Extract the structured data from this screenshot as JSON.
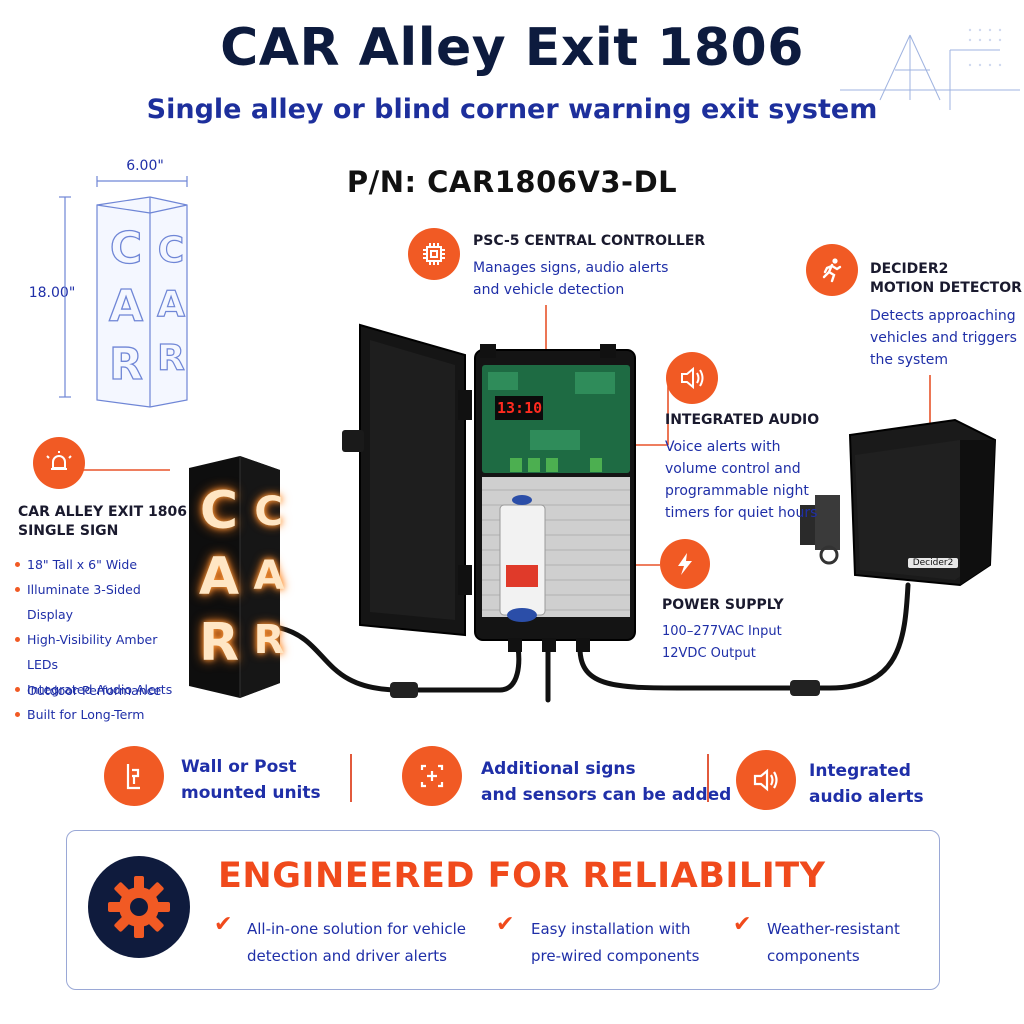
{
  "header": {
    "title": "CAR Alley Exit 1806",
    "subtitle": "Single alley or blind corner warning exit system",
    "part_number": "P/N: CAR1806V3-DL"
  },
  "dimensions": {
    "width_label": "6.00\"",
    "height_label": "18.00\"",
    "sign_letters": [
      "C",
      "A",
      "R"
    ]
  },
  "controller": {
    "title": "PSC-5 CENTRAL CONTROLLER",
    "body_line1": "Manages signs, audio alerts",
    "body_line2": "and vehicle detection",
    "display_text": "13:10"
  },
  "detector": {
    "title_line1": "DECIDER2",
    "title_line2": "MOTION DETECTOR",
    "body_line1": "Detects approaching",
    "body_line2": "vehicles and triggers",
    "body_line3": "the system",
    "device_label": "Decider2"
  },
  "audio": {
    "title": "INTEGRATED AUDIO",
    "body_line1": "Voice alerts with",
    "body_line2": "volume control and",
    "body_line3": "programmable night",
    "body_line4": "timers for quiet hours"
  },
  "power": {
    "title": "POWER SUPPLY",
    "body_line1": "100–277VAC Input",
    "body_line2": "12VDC Output"
  },
  "sign": {
    "title_line1": "CAR ALLEY EXIT 1806",
    "title_line2": "SINGLE SIGN",
    "bullets": [
      "18\" Tall x 6\" Wide",
      "Illuminate 3-Sided Display",
      "High-Visibility Amber LEDs",
      "Integrated Audio Alerts",
      "Built for Long-Term",
      "Outdoor Performance"
    ],
    "front_letters": [
      "C",
      "A",
      "R"
    ],
    "side_letters": [
      "C",
      "A",
      "R"
    ]
  },
  "features": [
    {
      "line1": "Wall or Post",
      "line2": "mounted units",
      "icon": "wall-mount-icon"
    },
    {
      "line1": "Additional signs",
      "line2": "and sensors can be added",
      "icon": "expand-plus-icon"
    },
    {
      "line1": "Integrated",
      "line2": "audio alerts",
      "icon": "speaker-icon"
    }
  ],
  "reliability": {
    "title": "ENGINEERED FOR RELIABILITY",
    "items": [
      {
        "line1": "All-in-one solution for vehicle",
        "line2": "detection and driver alerts"
      },
      {
        "line1": "Easy installation with",
        "line2": "pre-wired components"
      },
      {
        "line1": "Weather-resistant",
        "line2": "components"
      }
    ]
  },
  "colors": {
    "accent_orange": "#f15a24",
    "navy": "#0d1b3e",
    "link_blue": "#1f2fa8",
    "sign_glow": "#ffd9a6"
  }
}
